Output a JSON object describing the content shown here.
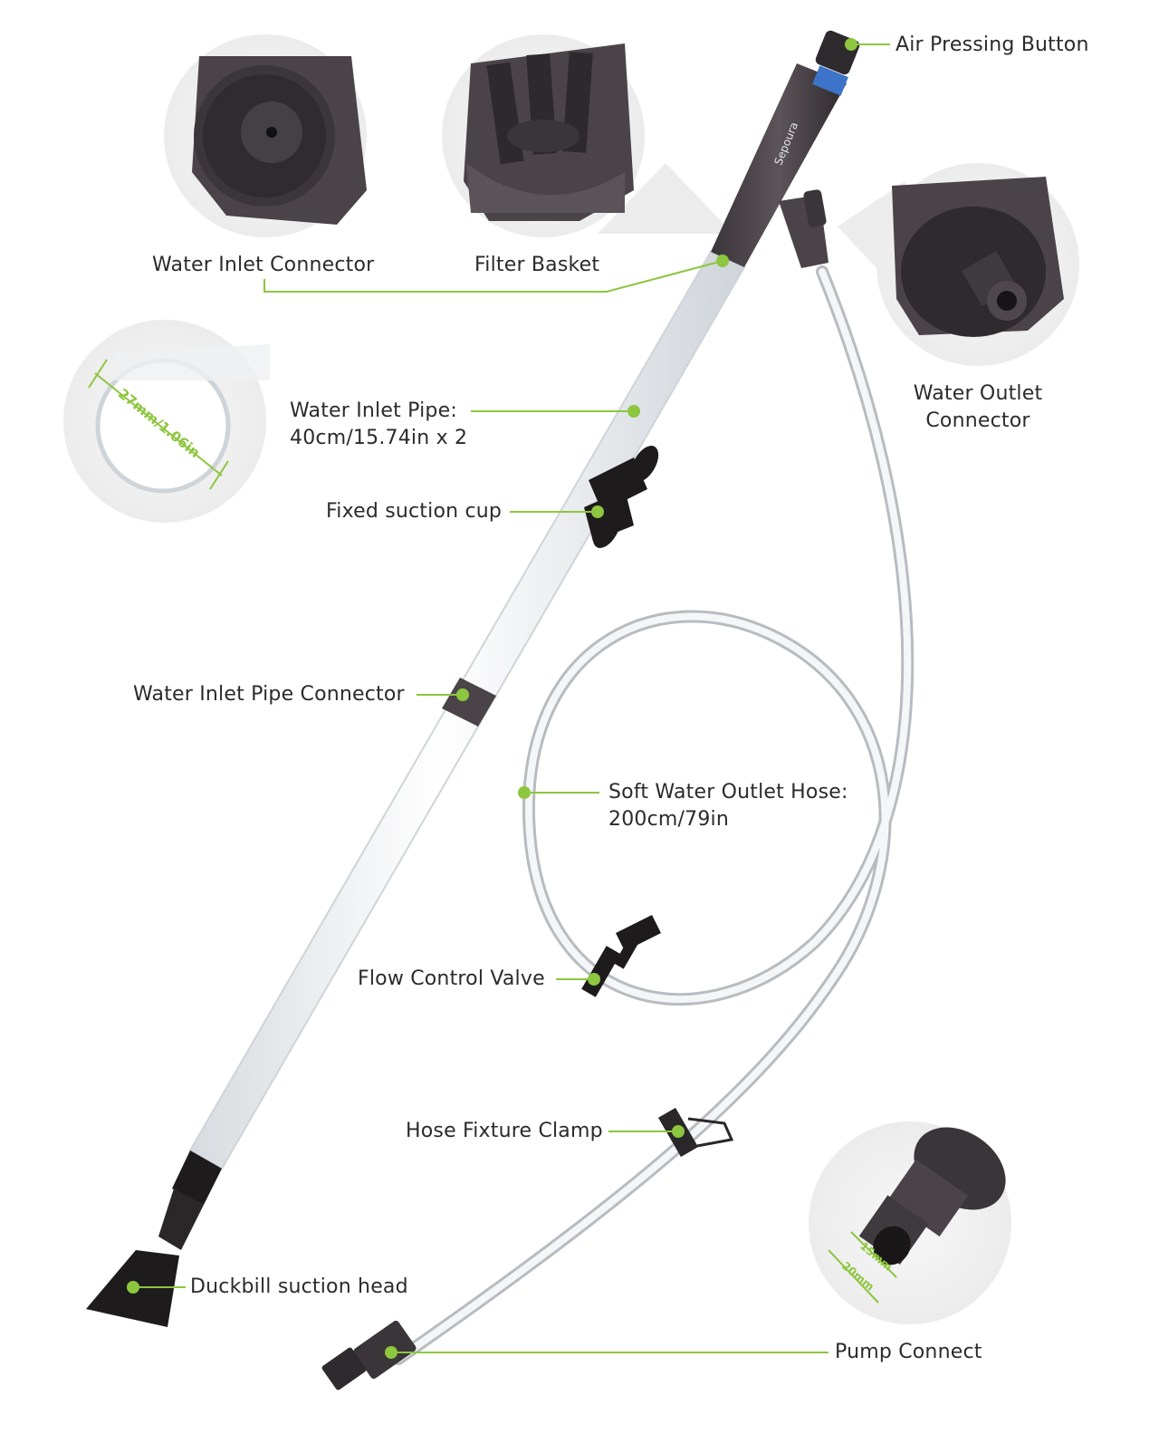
{
  "colors": {
    "accent": "#8dc63f",
    "product_dark": "#4a4448",
    "tube": "#e9ecef",
    "hose": "#d9dcdf"
  },
  "labels": {
    "air_pressing_button": "Air Pressing Button",
    "water_inlet_connector": "Water Inlet Connector",
    "filter_basket": "Filter Basket",
    "water_outlet_connector": [
      "Water Outlet",
      "Connector"
    ],
    "water_inlet_pipe": [
      "Water Inlet Pipe:",
      "40cm/15.74in x 2"
    ],
    "fixed_suction_cup": "Fixed suction cup",
    "water_inlet_pipe_connector": "Water Inlet Pipe Connector",
    "soft_water_outlet_hose": [
      "Soft Water Outlet Hose:",
      "200cm/79in"
    ],
    "flow_control_valve": "Flow Control Valve",
    "hose_fixture_clamp": "Hose Fixture Clamp",
    "duckbill_suction_head": "Duckbill suction head",
    "pump_connect": "Pump Connect"
  },
  "dimensions": {
    "pipe_diameter": "27mm/1.06in",
    "pump_inner": "15mm",
    "pump_outer": "20mm"
  },
  "brand": "Sepoura",
  "icons": [
    "callout-dot-icon"
  ]
}
